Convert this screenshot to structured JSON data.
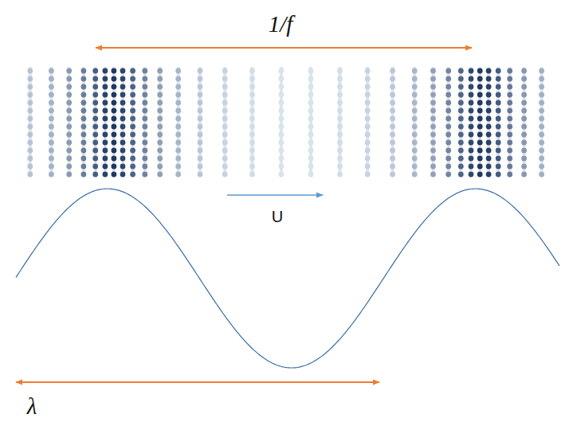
{
  "diagram": {
    "labels": [
      "1/f",
      "U",
      "λ"
    ]
  }
}
